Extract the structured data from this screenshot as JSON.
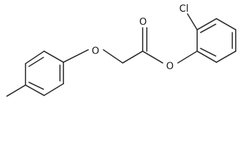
{
  "molecule": {
    "atoms": {
      "ether_oxygen": "O",
      "carbonyl_oxygen": "O",
      "ester_oxygen": "O",
      "chlorine": "Cl"
    }
  }
}
